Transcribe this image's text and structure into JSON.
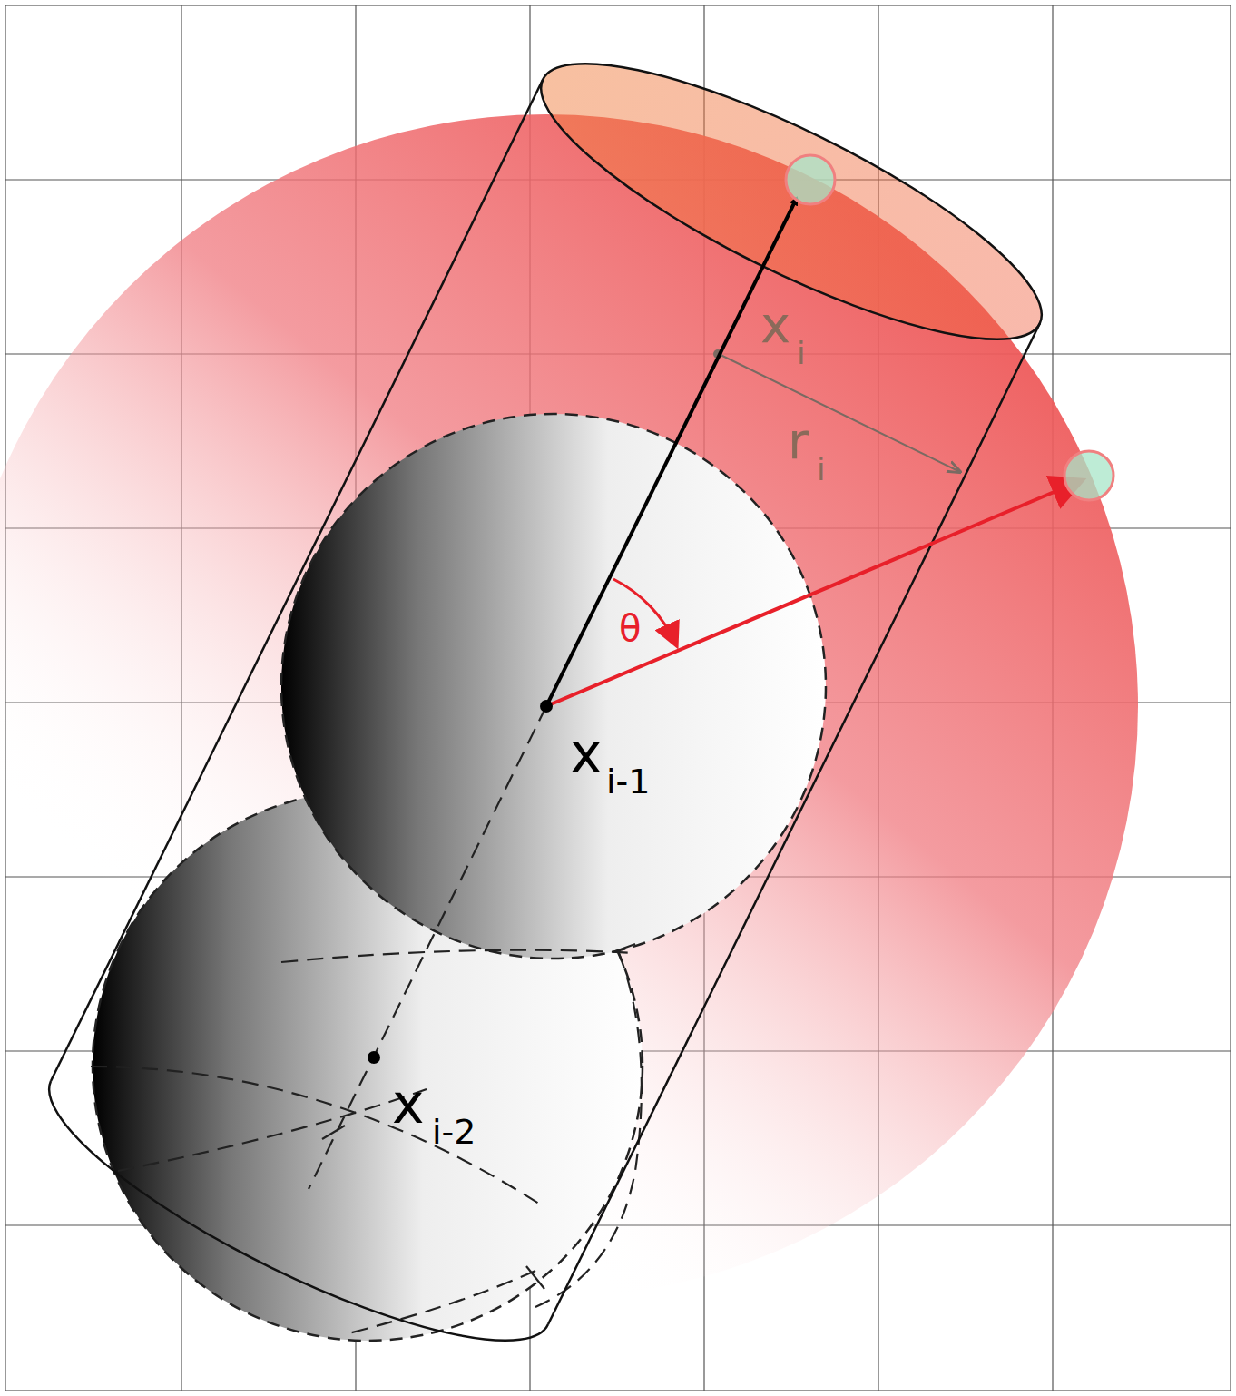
{
  "diagram": {
    "labels": [
      "x",
      "i",
      "r",
      "i",
      "θ",
      "x",
      "i-1",
      "x",
      "i-2"
    ]
  }
}
